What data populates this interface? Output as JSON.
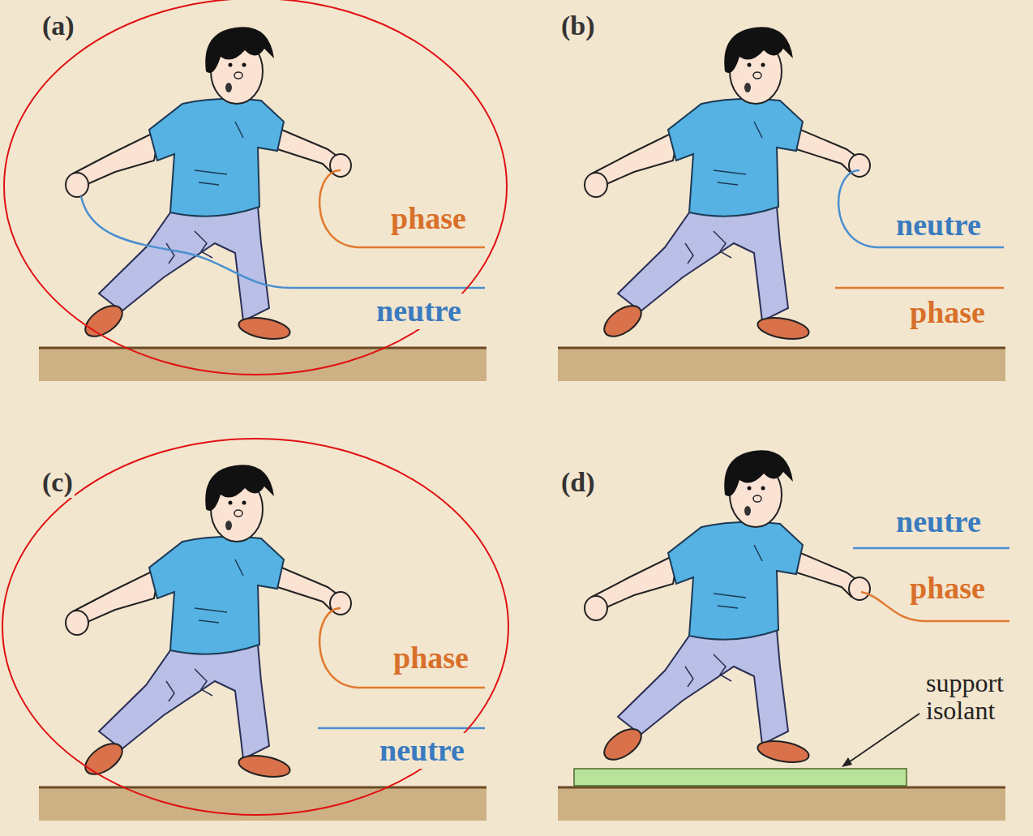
{
  "diagram": {
    "labels": [
      "(a)",
      "phase",
      "neutre",
      "(b)",
      "neutre",
      "phase",
      "(c)",
      "phase",
      "neutre",
      "(d)",
      "neutre",
      "phase",
      "support isolant"
    ]
  }
}
